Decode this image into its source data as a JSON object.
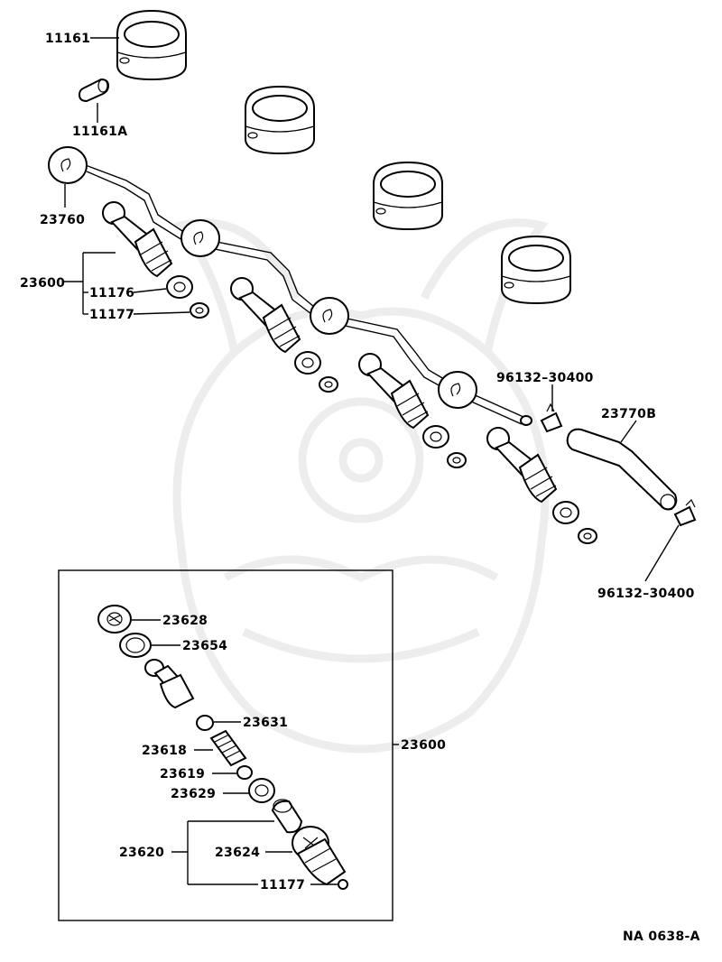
{
  "labels": {
    "l11161": "11161",
    "l11161A": "11161A",
    "l23760": "23760",
    "l23600": "23600",
    "l11176": "11176",
    "l11177": "11177",
    "l96132_top": "96132–30400",
    "l23770B": "23770B",
    "l96132_bottom": "96132–30400",
    "l23628": "23628",
    "l23654": "23654",
    "l23631": "23631",
    "l23618": "23618",
    "l23619": "23619",
    "l23629": "23629",
    "l23620": "23620",
    "l23624": "23624",
    "l11177_inset": "11177",
    "l23600_inset": "23600"
  },
  "figure_code": "NA 0638-A"
}
